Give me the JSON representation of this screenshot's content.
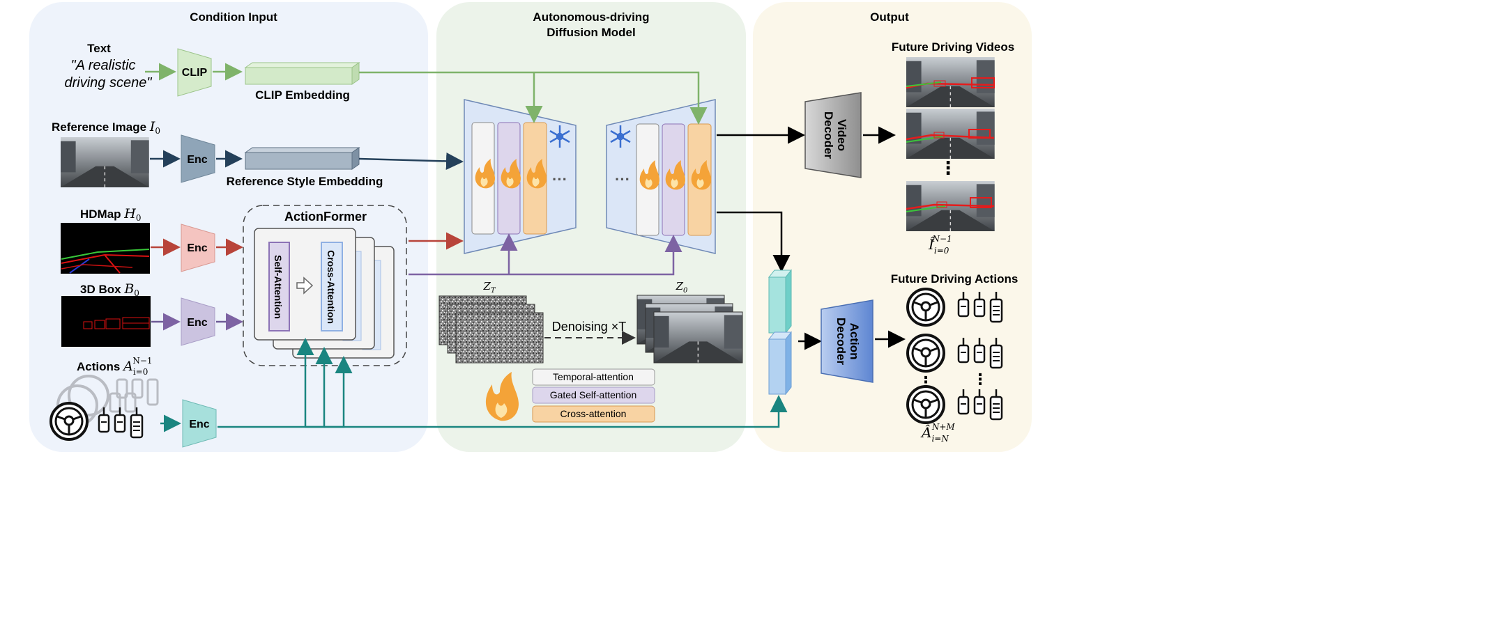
{
  "panels": {
    "condition_input": "Condition Input",
    "diffusion_title_line1": "Autonomous-driving",
    "diffusion_title_line2": "Diffusion Model",
    "output": "Output"
  },
  "text_condition": {
    "label": "Text",
    "quote_line1": "\"A realistic",
    "quote_line2": "driving scene\"",
    "clip": "CLIP",
    "embedding": "CLIP Embedding"
  },
  "reference": {
    "label": "Reference Image",
    "symbol": "I",
    "subscript": "0",
    "enc": "Enc",
    "embedding": "Reference Style Embedding"
  },
  "hdmap": {
    "label": "HDMap",
    "symbol": "H",
    "subscript": "0",
    "enc": "Enc"
  },
  "box3d": {
    "label": "3D Box",
    "symbol": "B",
    "subscript": "0",
    "enc": "Enc"
  },
  "actions": {
    "label": "Actions",
    "symbol": "A",
    "subscript": "i=0",
    "superscript": "N−1",
    "enc": "Enc"
  },
  "actionformer": {
    "title": "ActionFormer",
    "self_attention": "Self-Attention",
    "cross_attention": "Cross-Attention"
  },
  "diffusion": {
    "zt_symbol": "Z",
    "zt_sub": "T",
    "z0_symbol": "Z",
    "z0_sub": "0",
    "denoising": "Denoising ×T",
    "dots": "···"
  },
  "legend": {
    "temporal": "Temporal-attention",
    "gated": "Gated Self-attention",
    "cross": "Cross-attention"
  },
  "output": {
    "videos_title": "Future Driving Videos",
    "video_decoder_line1": "Video",
    "video_decoder_line2": "Decoder",
    "videos_symbol": "Î",
    "videos_sub": "i=0",
    "videos_sup": "N−1",
    "actions_title": "Future Driving Actions",
    "action_decoder_line1": "Action",
    "action_decoder_line2": "Decoder",
    "actions_symbol": "Â",
    "actions_sub": "i=N",
    "actions_sup": "N+M",
    "vdots": "⋮"
  },
  "colors": {
    "condition_bg": "#eef3fb",
    "diffusion_bg": "#ecf3ea",
    "output_bg": "#fbf7ea",
    "clip_green": "#7fb36a",
    "ref_navy": "#24405a",
    "hdmap_red": "#b8443a",
    "box_purple": "#6c5a96",
    "action_teal": "#1a8580",
    "unet_blue": "#dbe6f7",
    "temporal": "#f4f4f4",
    "gated": "#ddd6ec",
    "cross": "#f8d3a3",
    "fire": "#f4a338"
  }
}
